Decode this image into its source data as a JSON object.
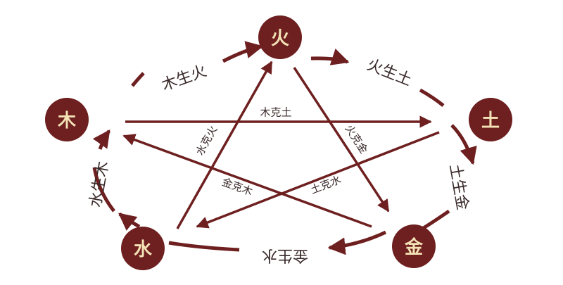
{
  "colors": {
    "maroon": "#6e1f1f",
    "element_text": "#f3e2b6",
    "label_text": "#3a2a2a",
    "background": "#ffffff"
  },
  "elements": {
    "fire": "火",
    "earth": "土",
    "metal": "金",
    "water": "水",
    "wood": "木"
  },
  "generating": {
    "wood_fire": "木生火",
    "fire_earth": "火生土",
    "earth_metal": "土生金",
    "metal_water": "金生水",
    "water_wood": "水生木"
  },
  "controlling": {
    "wood_earth": "木克土",
    "fire_metal": "火克金",
    "earth_water": "土克水",
    "metal_wood": "金克木",
    "water_fire": "水克火"
  }
}
